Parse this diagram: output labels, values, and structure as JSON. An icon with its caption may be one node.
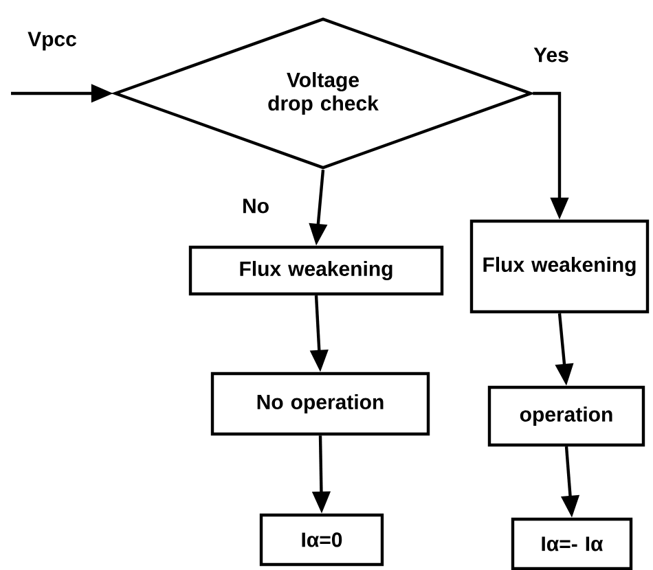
{
  "diagram": {
    "nodes": [
      {
        "text": [
          "Voltage drop check"
        ]
      },
      {
        "text": [
          "Flux weakening"
        ]
      },
      {
        "text": [
          "Flux weakening"
        ]
      },
      {
        "text": [
          "No operation"
        ]
      },
      {
        "text": [
          "operation"
        ]
      },
      {
        "text": [
          "Iα=0"
        ]
      },
      {
        "text": [
          "Iα=- Iα"
        ]
      }
    ],
    "edges": [
      {
        "from": null,
        "to": 0,
        "arrow": "to",
        "label": "Vpcc"
      },
      {
        "from": 0,
        "to": 1,
        "arrow": "to",
        "label": "No"
      },
      {
        "from": 0,
        "to": 2,
        "arrow": "to",
        "label": "Yes"
      },
      {
        "from": 1,
        "to": 3,
        "arrow": "to"
      },
      {
        "from": 3,
        "to": 5,
        "arrow": "to"
      },
      {
        "from": 2,
        "to": 4,
        "arrow": "to"
      },
      {
        "from": 4,
        "to": 6,
        "arrow": "to"
      }
    ]
  }
}
